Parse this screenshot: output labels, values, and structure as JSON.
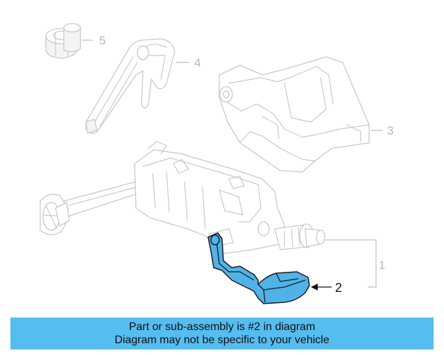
{
  "diagram": {
    "callouts": [
      {
        "id": "1",
        "label": "1",
        "highlighted": false
      },
      {
        "id": "2",
        "label": "2",
        "highlighted": true
      },
      {
        "id": "3",
        "label": "3",
        "highlighted": false
      },
      {
        "id": "4",
        "label": "4",
        "highlighted": false
      },
      {
        "id": "5",
        "label": "5",
        "highlighted": false
      }
    ],
    "highlight_color": "#4fb3e8",
    "ghost_color": "#c8c8c8"
  },
  "banner": {
    "line1": "Part or sub-assembly is #2 in diagram",
    "line2": "Diagram may not be specific to your vehicle",
    "background": "#55bdf0"
  }
}
